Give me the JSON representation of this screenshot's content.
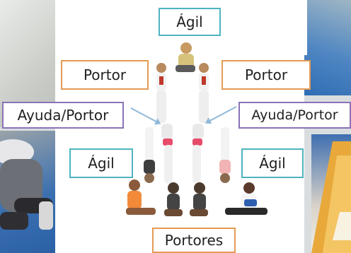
{
  "labels": {
    "top": "Ágil",
    "left_upper": "Portor",
    "right_upper": "Portor",
    "left_middle": "Ayuda/Portor",
    "right_middle": "Ayuda/Portor",
    "left_lower": "Ágil",
    "right_lower": "Ágil",
    "bottom": "Portores"
  },
  "colors": {
    "agil_border": "#4fb3bf",
    "portor_border": "#e59a54",
    "ayuda_border": "#8a72b8",
    "arrow": "#8fb8d8"
  }
}
